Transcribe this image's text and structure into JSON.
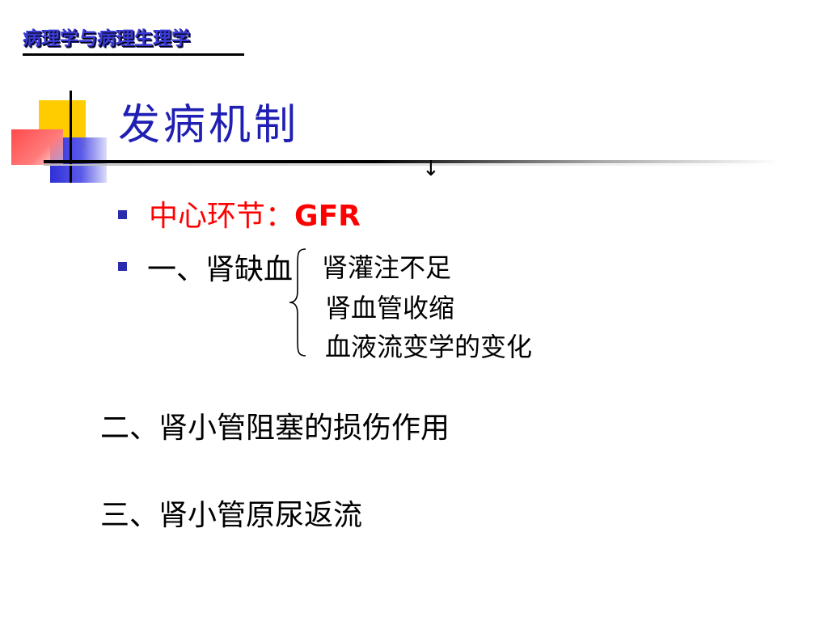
{
  "header": {
    "course_title": "病理学与病理生理学"
  },
  "slide": {
    "title": "发病机制",
    "points": [
      {
        "prefix": "中心环节：",
        "emphasis": "GFR",
        "color": "#ff0000"
      },
      {
        "text": "一、肾缺血"
      },
      {
        "text": "二、肾小管阻塞的损伤作用"
      },
      {
        "text": "三、肾小管原尿返流"
      }
    ],
    "ischemia_causes": [
      "肾灌注不足",
      "肾血管收缩",
      "血液流变学的变化"
    ],
    "arrow_symbol": "↓"
  },
  "colors": {
    "title_blue": "#1f1fb4",
    "emphasis_red": "#ff0000",
    "bullet_blue": "#2b2bb0",
    "deco_yellow": "#ffcc00",
    "deco_blue": "#2f2fd8",
    "deco_red": "#ff4a4a"
  }
}
